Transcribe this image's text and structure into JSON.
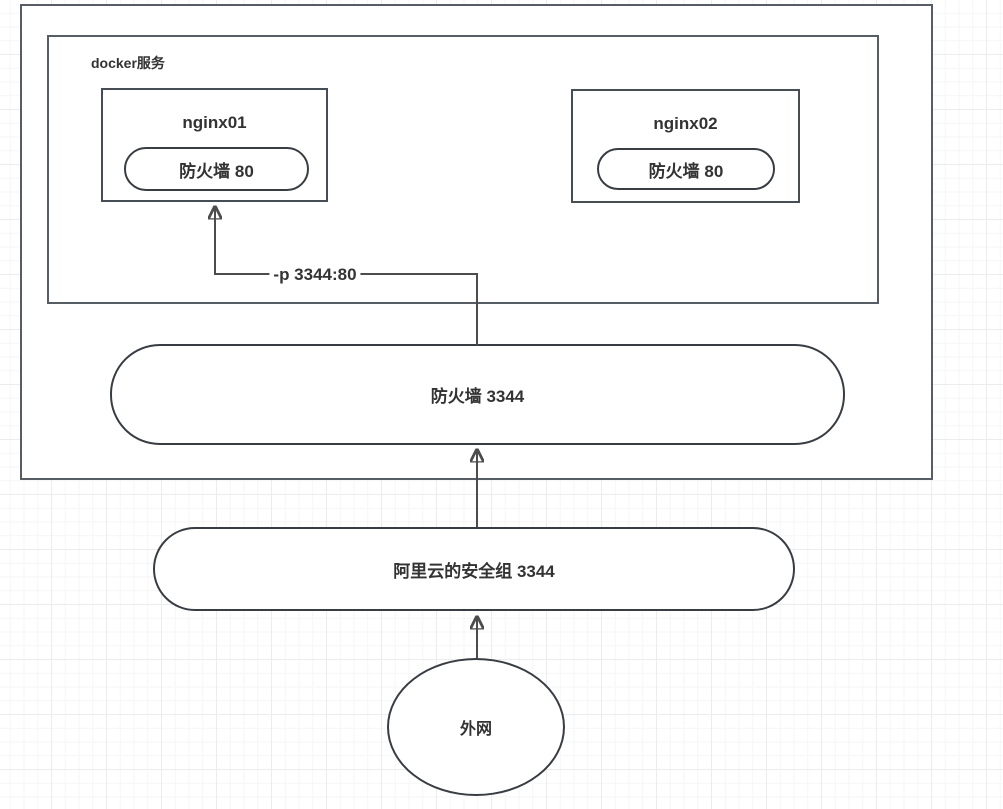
{
  "diagram": {
    "host_container": {
      "description": "outer host boundary box"
    },
    "docker_group": {
      "label": "docker服务"
    },
    "nginx01": {
      "title": "nginx01",
      "firewall_label": "防火墙 80"
    },
    "nginx02": {
      "title": "nginx02",
      "firewall_label": "防火墙 80"
    },
    "firewall_3344": {
      "label": "防火墙 3344"
    },
    "security_group": {
      "label": "阿里云的安全组 3344"
    },
    "external_network": {
      "label": "外网"
    },
    "edges": {
      "port_mapping_label": "-p 3344:80"
    }
  },
  "colors": {
    "shape_fill": "#ffffff",
    "rect_stroke": "#575d65",
    "pill_stroke": "#383d43",
    "edge_stroke": "#4c4c4c",
    "text": "#333333",
    "grid_minor": "#f6f6f6",
    "grid_major": "#ececec"
  }
}
